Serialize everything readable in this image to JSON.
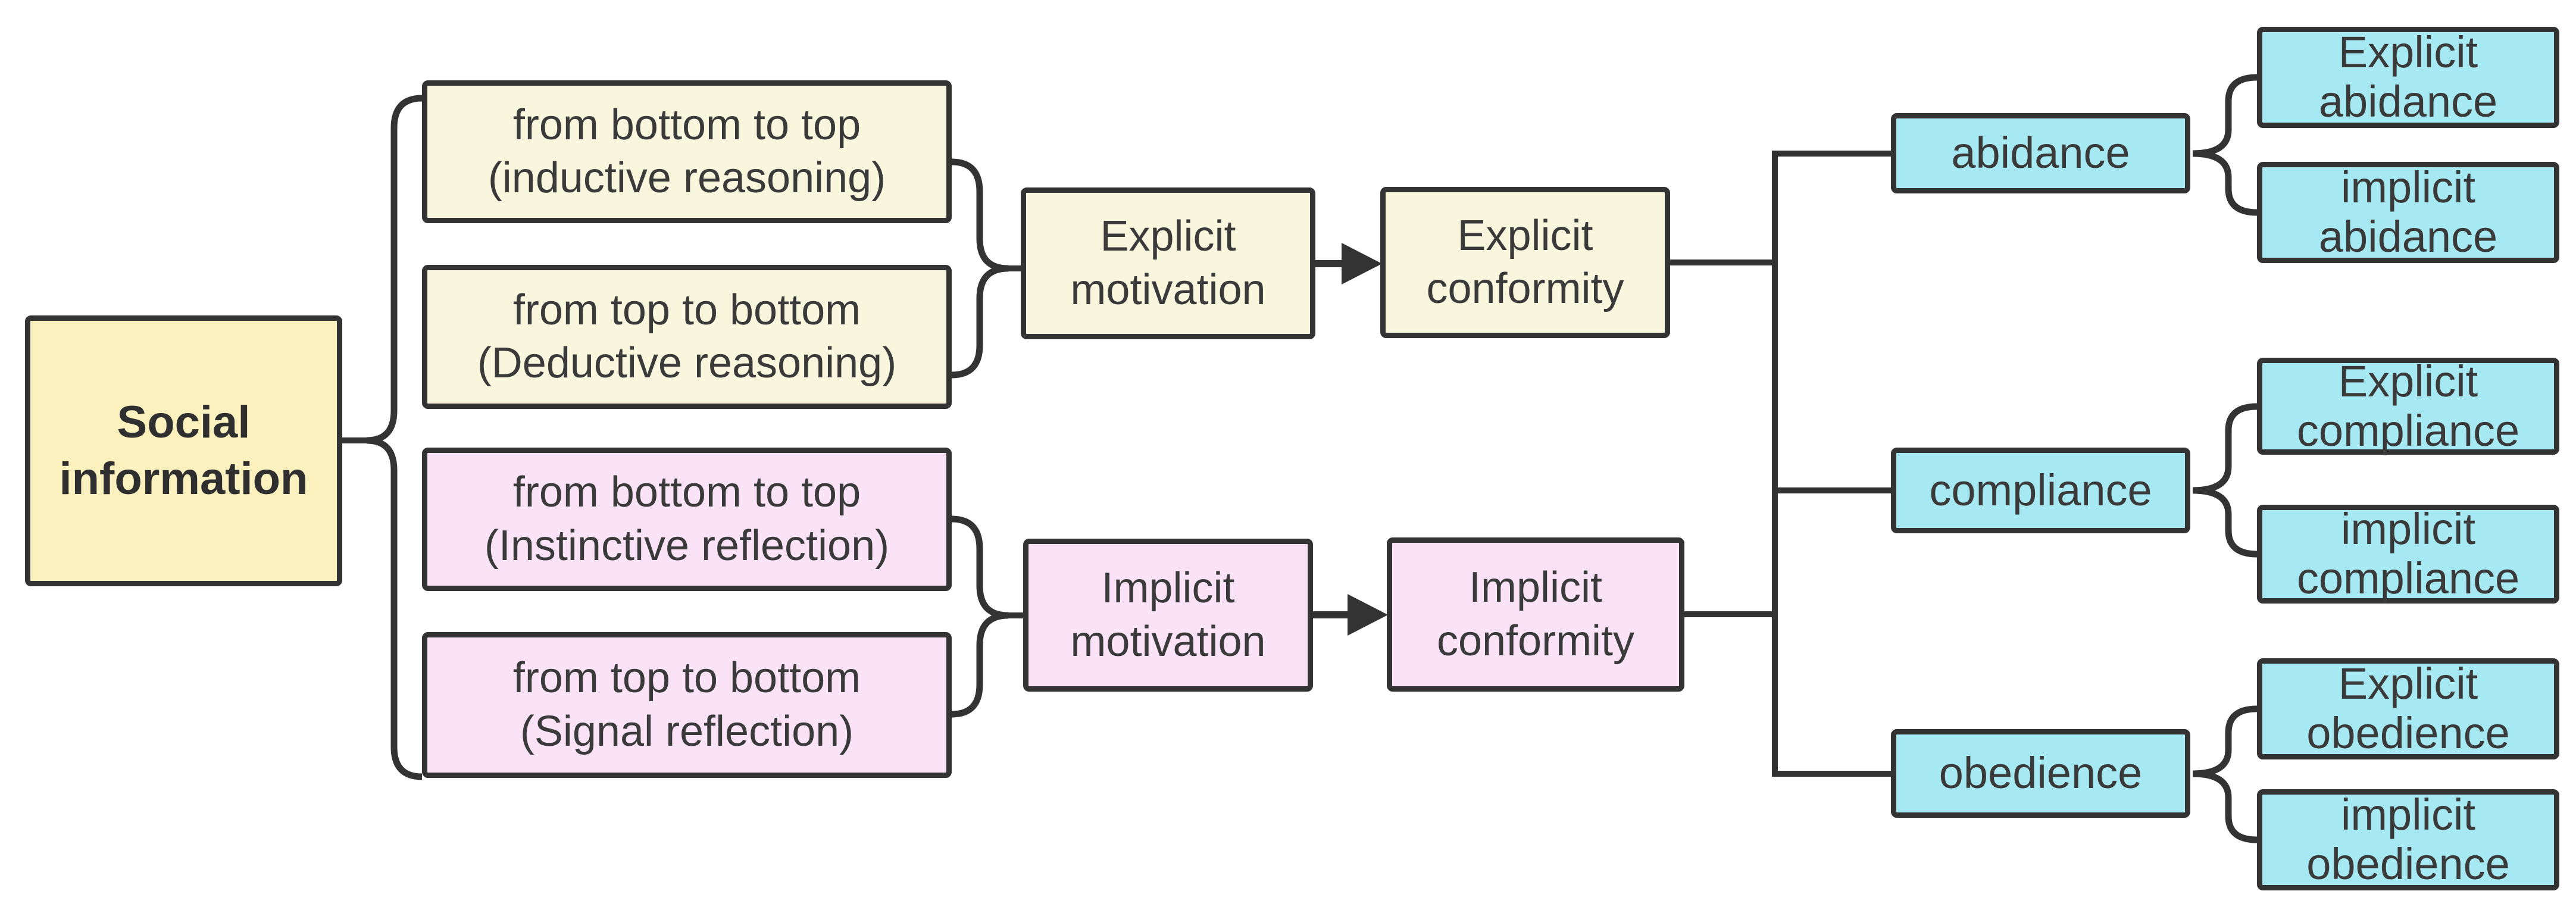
{
  "diagram_title": "Social information conformity flow diagram",
  "colors": {
    "background": "#FFFFFF",
    "stroke": "#333333",
    "text": "#3A3A3A",
    "root_yellow": "#FAF1BE",
    "cream_yellow": "#F8F6DC",
    "pink": "#FAE3F7",
    "cyan": "#A6E9F2"
  },
  "nodes": {
    "social": {
      "lines": [
        "Social",
        "information"
      ]
    },
    "inductive": {
      "lines": [
        "from bottom to top",
        "(inductive reasoning)"
      ]
    },
    "deductive": {
      "lines": [
        "from top to bottom",
        "(Deductive reasoning)"
      ]
    },
    "instinctive": {
      "lines": [
        "from bottom to top",
        "(Instinctive reflection)"
      ]
    },
    "signal": {
      "lines": [
        "from top to bottom",
        "(Signal reflection)"
      ]
    },
    "explicit_motivation": {
      "lines": [
        "Explicit",
        "motivation"
      ]
    },
    "explicit_conformity": {
      "lines": [
        "Explicit",
        "conformity"
      ]
    },
    "implicit_motivation": {
      "lines": [
        "Implicit",
        "motivation"
      ]
    },
    "implicit_conformity": {
      "lines": [
        "Implicit",
        "conformity"
      ]
    },
    "abidance": {
      "lines": [
        "abidance"
      ]
    },
    "compliance": {
      "lines": [
        "compliance"
      ]
    },
    "obedience": {
      "lines": [
        "obedience"
      ]
    },
    "explicit_abidance": {
      "lines": [
        "Explicit",
        "abidance"
      ]
    },
    "implicit_abidance": {
      "lines": [
        "implicit",
        "abidance"
      ]
    },
    "explicit_compliance": {
      "lines": [
        "Explicit",
        "compliance"
      ]
    },
    "implicit_compliance": {
      "lines": [
        "implicit",
        "compliance"
      ]
    },
    "explicit_obedience": {
      "lines": [
        "Explicit",
        "obedience"
      ]
    },
    "implicit_obedience": {
      "lines": [
        "implicit",
        "obedience"
      ]
    }
  }
}
